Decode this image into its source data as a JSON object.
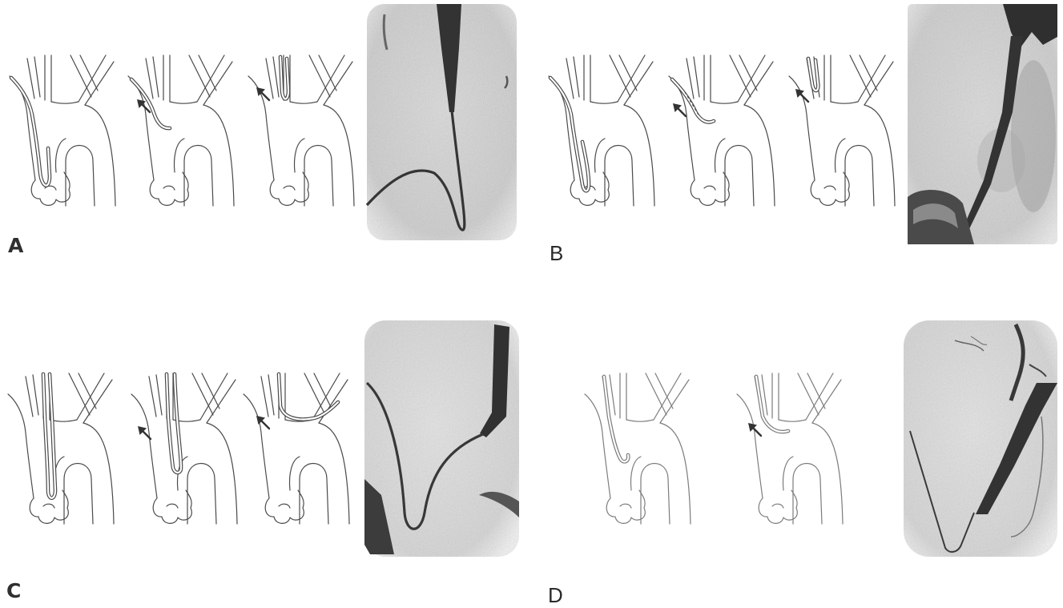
{
  "panels": [
    {
      "id": "A",
      "label": "A"
    },
    {
      "id": "B",
      "label": "B"
    },
    {
      "id": "C",
      "label": "C"
    },
    {
      "id": "D",
      "label": "D"
    }
  ],
  "icons": {
    "arrow": "arrow-up-left-icon"
  },
  "colors": {
    "background": "#ffffff",
    "line_ink": "#4a4a4a",
    "film": "#d6d6d6",
    "contrast": "#343434"
  }
}
